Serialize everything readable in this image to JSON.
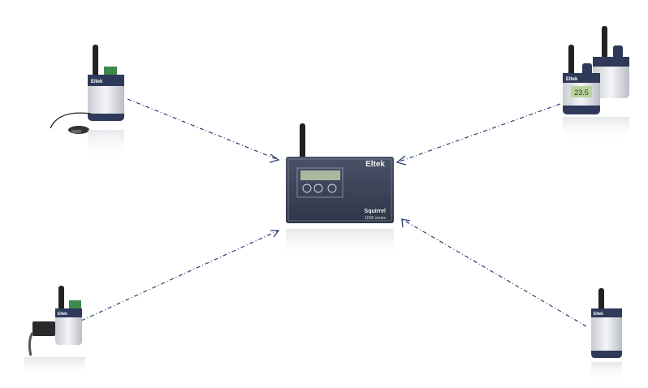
{
  "central_logger": {
    "brand": "Eltek",
    "model": "Squirrel",
    "series": "1000 series"
  },
  "transmitters": [
    {
      "position": "top-left",
      "brand": "Eltek"
    },
    {
      "position": "top-right",
      "brand": "Eltek",
      "display": "23.5"
    },
    {
      "position": "bottom-left",
      "brand": "Eltek"
    },
    {
      "position": "bottom-right",
      "brand": "Eltek"
    }
  ],
  "colors": {
    "link": "#2b3f73",
    "device_body": "#3a4359",
    "transmitter_shell": "#e4e6ea",
    "lcd": "#b9d39a"
  }
}
